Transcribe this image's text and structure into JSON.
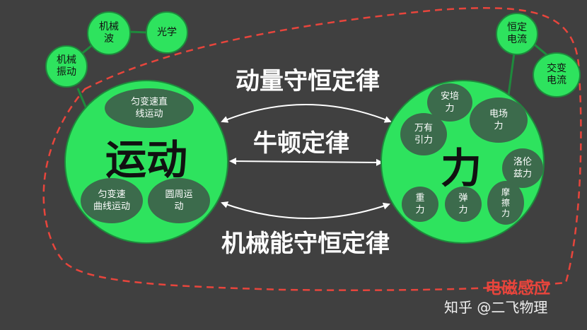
{
  "motion": {
    "title": "运动",
    "topics": [
      "匀变速直\n线运动",
      "匀变速\n曲线运动",
      "圆周运\n动"
    ],
    "satellites": [
      "机械\n振动",
      "机械\n波",
      "光学"
    ]
  },
  "force": {
    "title": "力",
    "topics": [
      "安培\n力",
      "电场\n力",
      "万有\n引力",
      "洛伦\n兹力",
      "重\n力",
      "弹\n力",
      "摩\n擦\n力"
    ],
    "satellites": [
      "恒定\n电流",
      "交变\n电流"
    ]
  },
  "laws": [
    "动量守恒定律",
    "牛顿定律",
    "机械能守恒定律"
  ],
  "em_label": "电磁感应",
  "watermark": "知乎 @二飞物理",
  "colors": {
    "background": "#404040",
    "circle_green": "#2ee35e",
    "inner_dark_green": "#3c6b4c",
    "dashed_red": "#e8453c",
    "arrow_white": "#ffffff"
  }
}
